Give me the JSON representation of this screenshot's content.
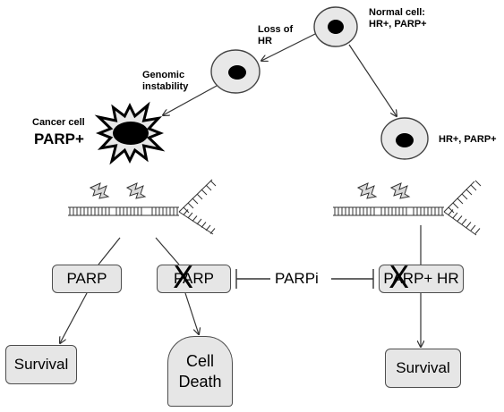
{
  "labels": {
    "normal_cell": [
      "Normal cell:",
      "HR+, PARP+"
    ],
    "loss_of_hr": [
      "Loss of",
      "HR"
    ],
    "genomic_instability": [
      "Genomic",
      "instability"
    ],
    "cancer_cell": "Cancer cell",
    "cancer_parp": "PARP+",
    "right_cell": "HR+, PARP+"
  },
  "boxes": {
    "parp_left": "PARP",
    "parp_blocked": "PARP",
    "parp_hr_blocked": "PARP+ HR",
    "survival_left": "Survival",
    "cell_death": [
      "Cell",
      "Death"
    ],
    "survival_right": "Survival"
  },
  "inhibitor": "PARPi",
  "block_mark": "X",
  "colors": {
    "cell_fill": "#e8e8e8",
    "box_fill": "#e6e6e6",
    "line": "#333333"
  }
}
